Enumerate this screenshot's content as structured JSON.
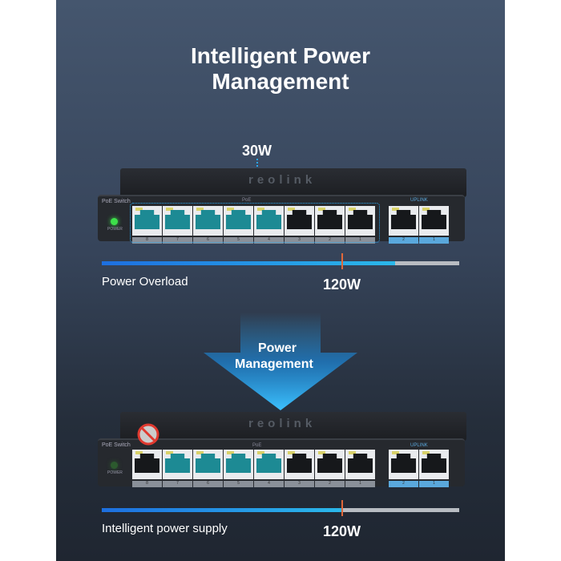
{
  "title": {
    "line1": "Intelligent Power",
    "line2": "Management"
  },
  "top": {
    "callout": "30W",
    "brand": "reolink",
    "model": "PoE Switch",
    "power": "POWER",
    "poe": "PoE",
    "uplink": "UPLINK",
    "ports": [
      {
        "n": "8",
        "on": true
      },
      {
        "n": "7",
        "on": true
      },
      {
        "n": "6",
        "on": true
      },
      {
        "n": "5",
        "on": true
      },
      {
        "n": "4",
        "on": true
      },
      {
        "n": "3",
        "on": false
      },
      {
        "n": "2",
        "on": false
      },
      {
        "n": "1",
        "on": false
      }
    ],
    "uplinks": [
      "2",
      "1"
    ],
    "bar_fill_pct": 82,
    "limit_pct": 67,
    "caption": "Power Overload",
    "limit_label": "120W",
    "led_color": "#3de04a"
  },
  "arrow": {
    "line1": "Power",
    "line2": "Management",
    "color": "#2aa7f0"
  },
  "bottom": {
    "brand": "reolink",
    "model": "PoE Switch",
    "power": "POWER",
    "poe": "PoE",
    "uplink": "UPLINK",
    "ports": [
      {
        "n": "8",
        "on": false
      },
      {
        "n": "7",
        "on": true
      },
      {
        "n": "6",
        "on": true
      },
      {
        "n": "5",
        "on": true
      },
      {
        "n": "4",
        "on": true
      },
      {
        "n": "3",
        "on": false
      },
      {
        "n": "2",
        "on": false
      },
      {
        "n": "1",
        "on": false
      }
    ],
    "uplinks": [
      "2",
      "1"
    ],
    "bar_fill_pct": 67,
    "limit_pct": 67,
    "caption": "Intelligent power supply",
    "limit_label": "120W",
    "led_color": "#2c5a2e"
  }
}
